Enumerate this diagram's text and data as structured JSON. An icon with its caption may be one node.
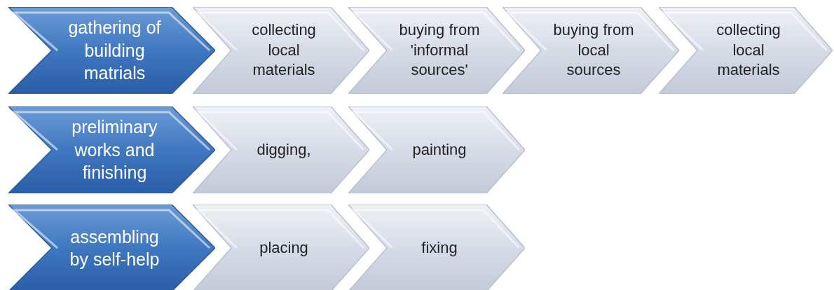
{
  "diagram": {
    "nodes": [
      {
        "text": [
          "gathering of building matrials"
        ]
      },
      {
        "text": [
          "collecting local materials"
        ]
      },
      {
        "text": [
          "buying from 'informal sources'"
        ]
      },
      {
        "text": [
          "buying from local sources"
        ]
      },
      {
        "text": [
          "collecting local materials"
        ]
      },
      {
        "text": [
          "preliminary works and finishing"
        ]
      },
      {
        "text": [
          "digging,"
        ]
      },
      {
        "text": [
          "painting"
        ]
      },
      {
        "text": [
          "assembling by self-help"
        ]
      },
      {
        "text": [
          "placing"
        ]
      },
      {
        "text": [
          "fixing"
        ]
      }
    ]
  }
}
